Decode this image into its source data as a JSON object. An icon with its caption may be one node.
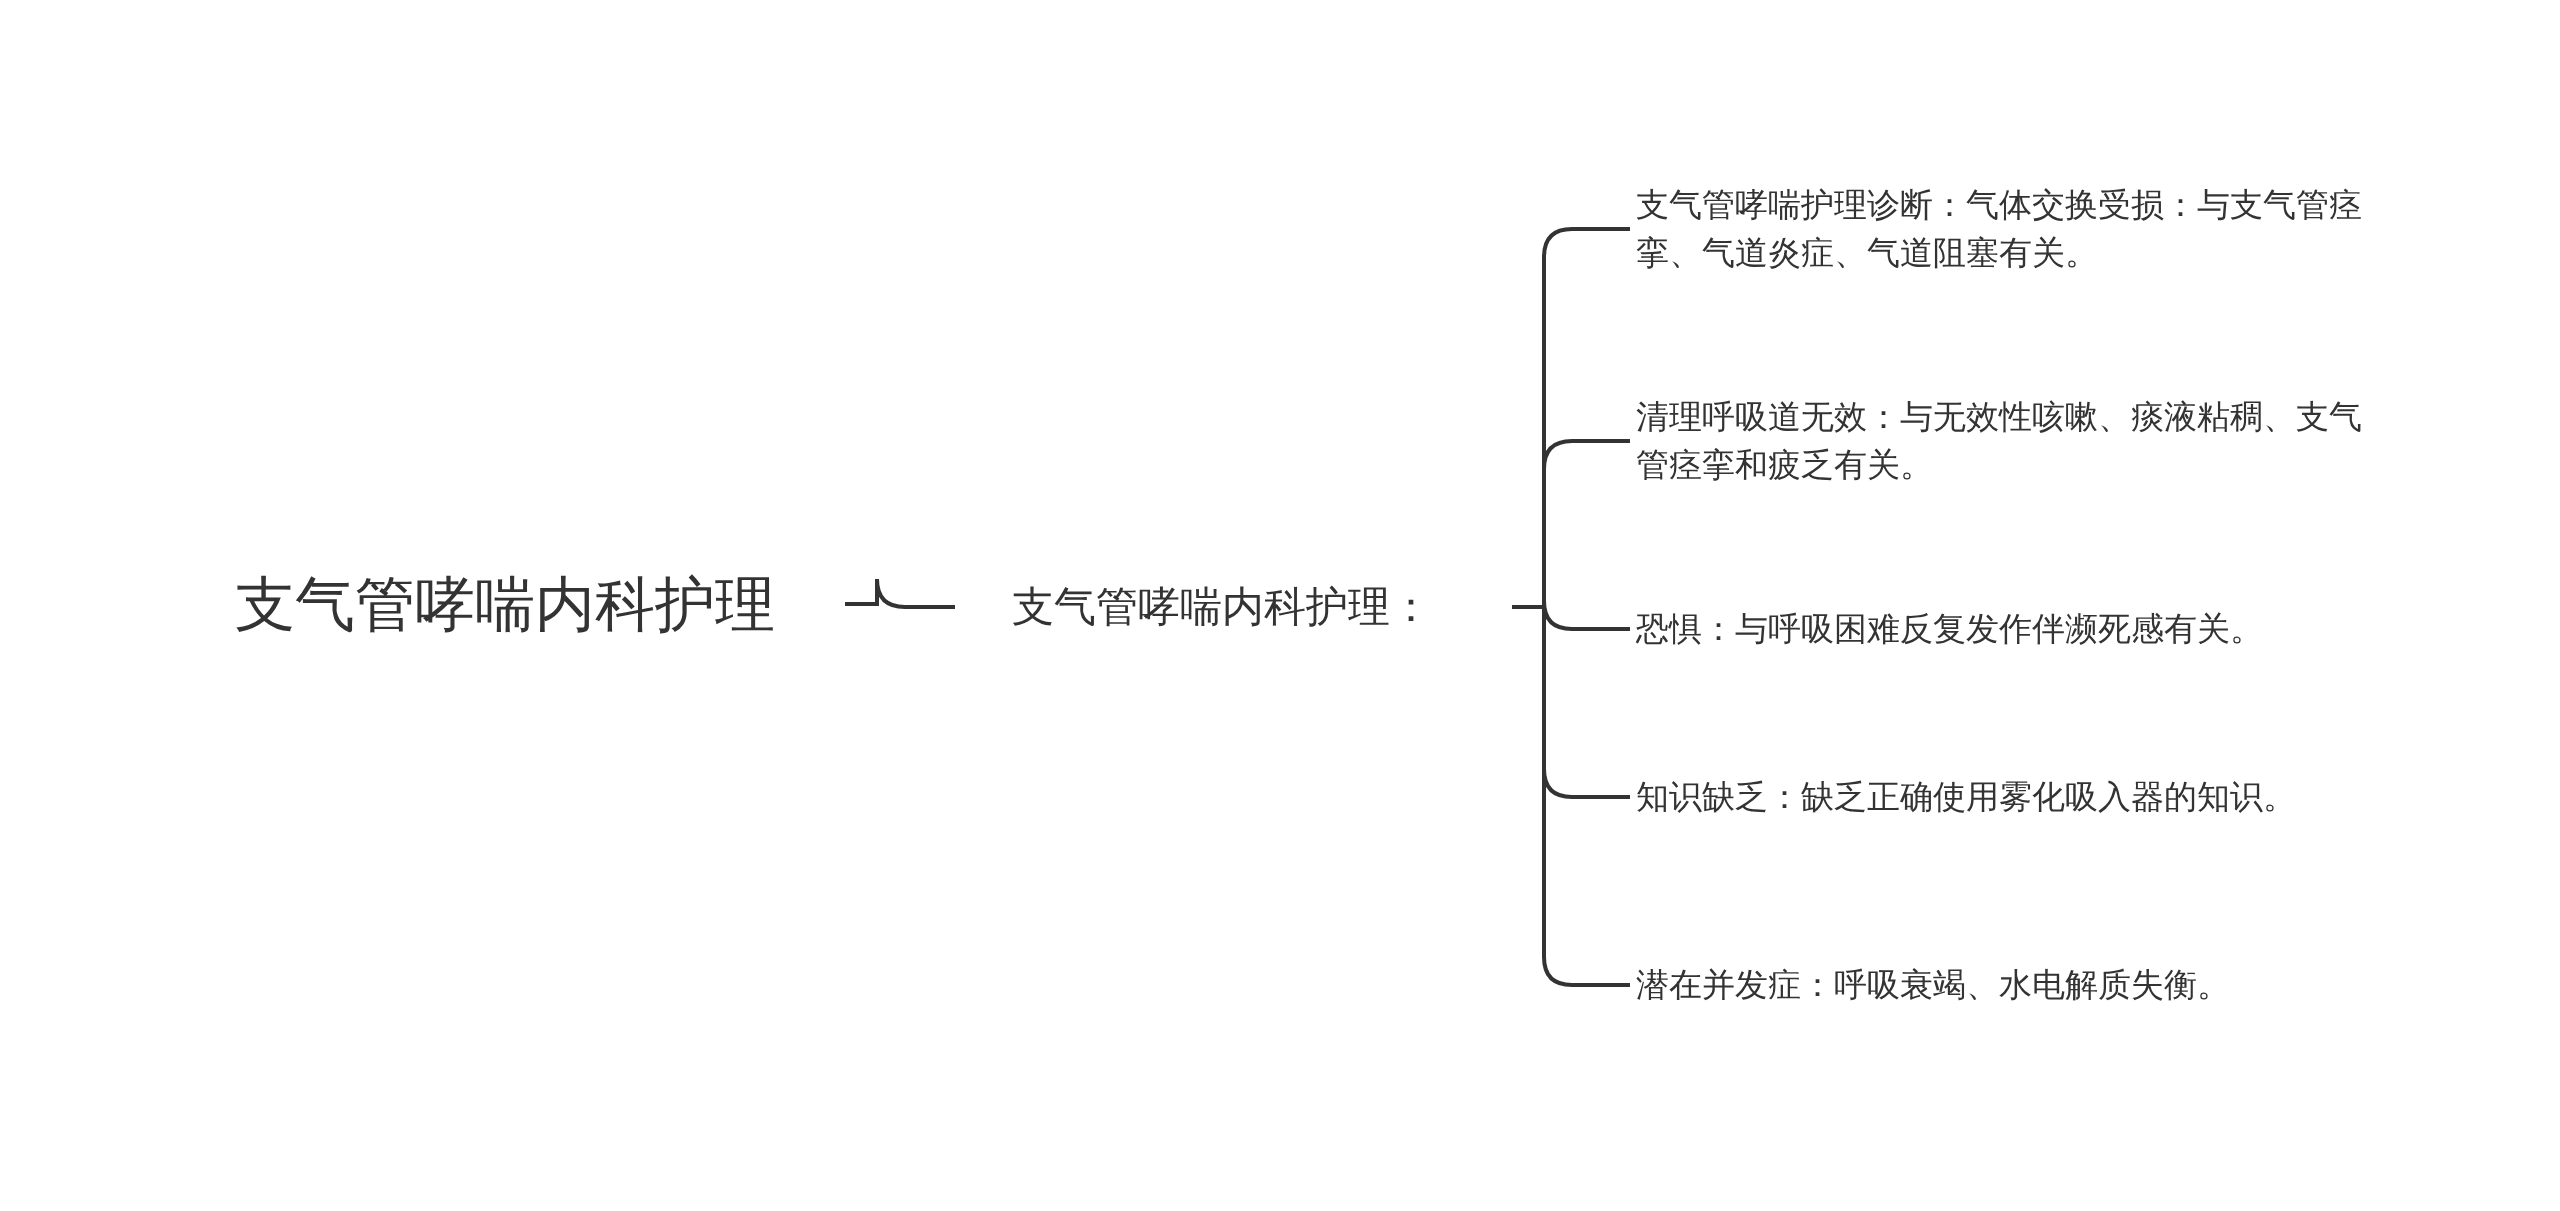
{
  "diagram": {
    "nodes": [
      {
        "text": [
          "支气管哮喘内科护理"
        ]
      },
      {
        "text": [
          "支气管哮喘内科护理："
        ]
      },
      {
        "text": [
          "支气管哮喘护理诊断：气体交换受损：与支气管痉挛、气道炎症、气道阻塞有关。"
        ]
      },
      {
        "text": [
          "清理呼吸道无效：与无效性咳嗽、痰液粘稠、支气管痉挛和疲乏有关。"
        ]
      },
      {
        "text": [
          "恐惧：与呼吸困难反复发作伴濒死感有关。"
        ]
      },
      {
        "text": [
          "知识缺乏：缺乏正确使用雾化吸入器的知识。"
        ]
      },
      {
        "text": [
          "潜在并发症：呼吸衰竭、水电解质失衡。"
        ]
      }
    ],
    "edges": [
      {
        "from": 0,
        "to": 1,
        "arrow": "none"
      },
      {
        "from": 1,
        "to": 2,
        "arrow": "none"
      },
      {
        "from": 1,
        "to": 3,
        "arrow": "none"
      },
      {
        "from": 1,
        "to": 4,
        "arrow": "none"
      },
      {
        "from": 1,
        "to": 5,
        "arrow": "none"
      },
      {
        "from": 1,
        "to": 6,
        "arrow": "none"
      }
    ]
  }
}
